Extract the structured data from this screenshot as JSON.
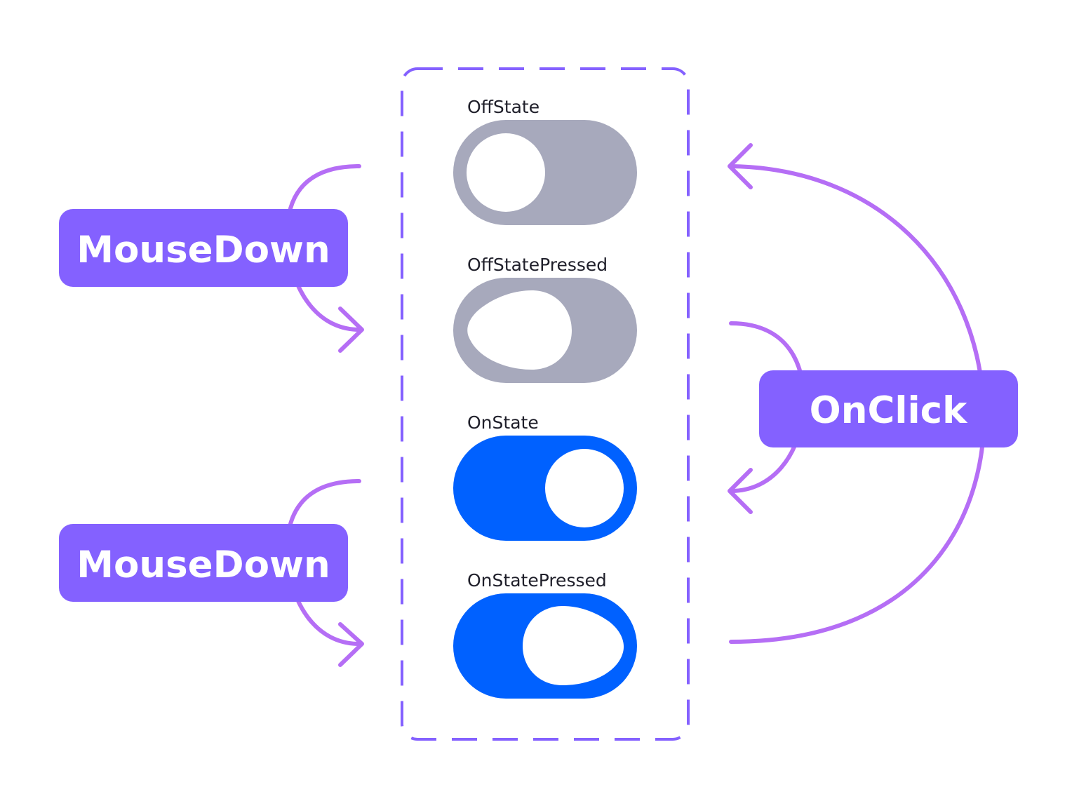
{
  "states": [
    {
      "label": "OffState",
      "on": false,
      "pressed": false
    },
    {
      "label": "OffStatePressed",
      "on": false,
      "pressed": true
    },
    {
      "label": "OnState",
      "on": true,
      "pressed": false
    },
    {
      "label": "OnStatePressed",
      "on": true,
      "pressed": true
    }
  ],
  "events": {
    "mousedown_top": "MouseDown",
    "mousedown_bottom": "MouseDown",
    "onclick": "OnClick"
  },
  "colors": {
    "event_box": "#8461ff",
    "arrow": "#b56ef5",
    "frame": "#8461ff",
    "toggle_off": "#a7a9bc",
    "toggle_on": "#0061ff",
    "knob": "#ffffff",
    "label_text": "#1f1f2a"
  }
}
